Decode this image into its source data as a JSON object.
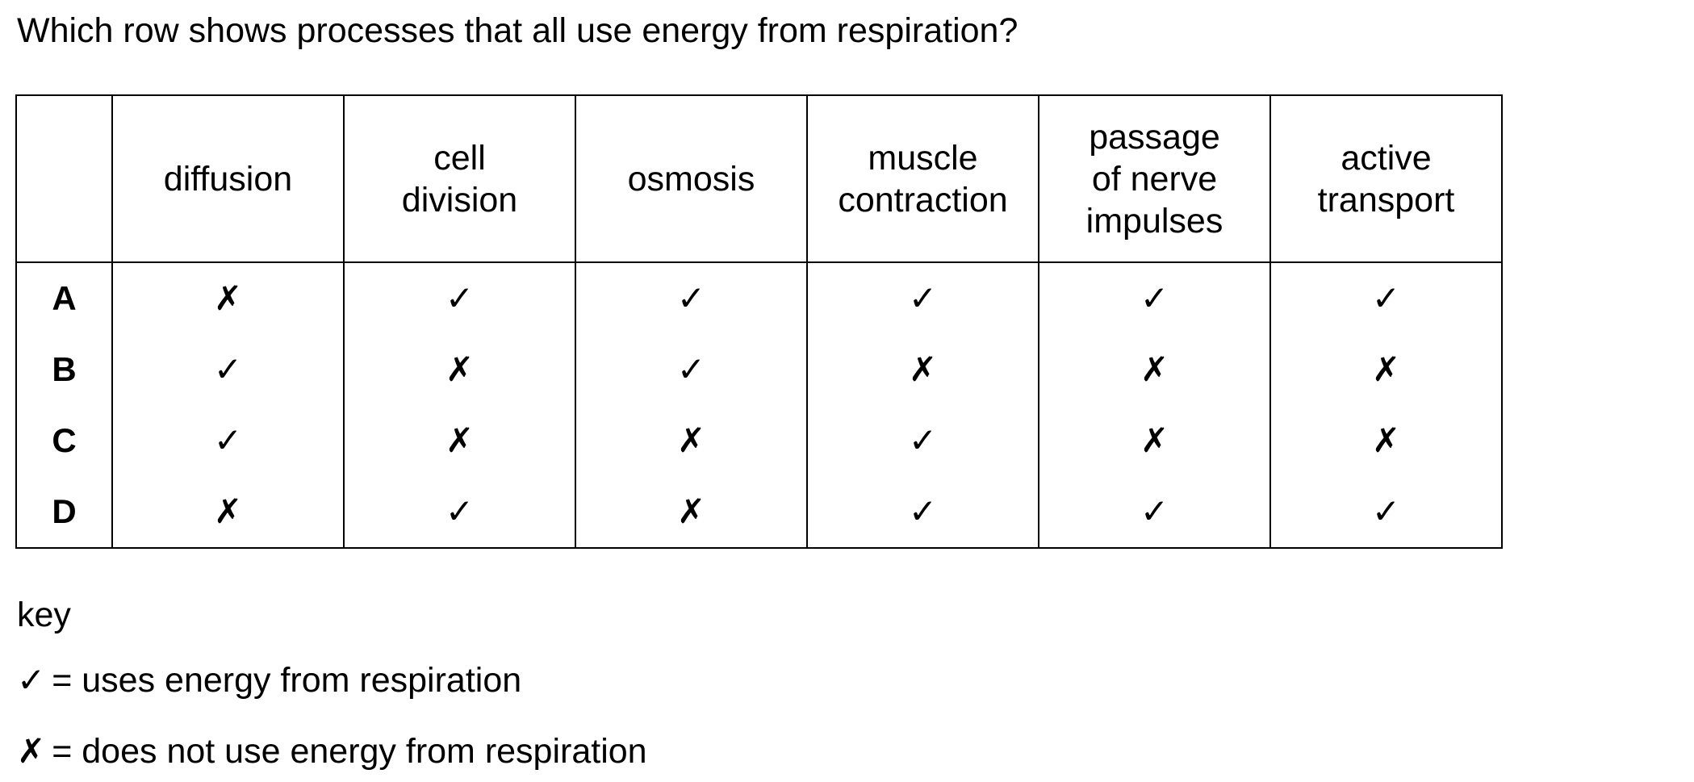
{
  "question": "Which row shows processes that all use energy from respiration?",
  "table": {
    "headers": [
      "",
      [
        "diffusion"
      ],
      [
        "cell",
        "division"
      ],
      [
        "osmosis"
      ],
      [
        "muscle",
        "contraction"
      ],
      [
        "passage",
        "of nerve",
        "impulses"
      ],
      [
        "active",
        "transport"
      ]
    ],
    "rows": [
      {
        "label": "A",
        "cells": [
          "✗",
          "✓",
          "✓",
          "✓",
          "✓",
          "✓"
        ]
      },
      {
        "label": "B",
        "cells": [
          "✓",
          "✗",
          "✓",
          "✗",
          "✗",
          "✗"
        ]
      },
      {
        "label": "C",
        "cells": [
          "✓",
          "✗",
          "✗",
          "✓",
          "✗",
          "✗"
        ]
      },
      {
        "label": "D",
        "cells": [
          "✗",
          "✓",
          "✗",
          "✓",
          "✓",
          "✓"
        ]
      }
    ]
  },
  "key": {
    "title": "key",
    "items": [
      {
        "symbol": "✓",
        "text": "= uses energy from respiration"
      },
      {
        "symbol": "✗",
        "text": "= does not use energy from respiration"
      }
    ]
  }
}
